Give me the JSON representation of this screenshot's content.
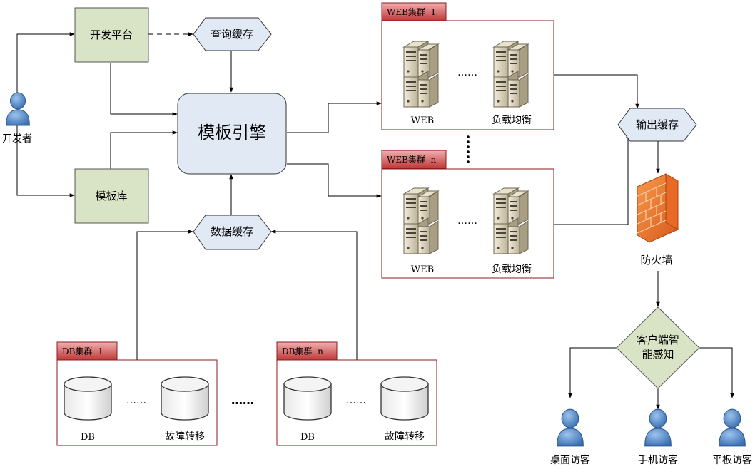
{
  "nodes": {
    "developer": "开发者",
    "dev_platform": "开发平台",
    "template_lib": "模板库",
    "query_cache": "查询缓存",
    "template_engine": "模板引擎",
    "data_cache": "数据缓存",
    "output_cache": "输出缓存",
    "firewall": "防火墙",
    "client_sense": [
      "客户端智",
      "能感知"
    ]
  },
  "web_clusters": [
    {
      "tab": "WEB集群  1",
      "server_a": "WEB",
      "server_b": "负载均衡",
      "dots": "……"
    },
    {
      "tab": "WEB集群  n",
      "server_a": "WEB",
      "server_b": "负载均衡",
      "dots": "……"
    }
  ],
  "db_clusters": [
    {
      "tab": "DB集群  1",
      "db_a": "DB",
      "db_b": "故障转移",
      "dots": "……"
    },
    {
      "tab": "DB集群  n",
      "db_a": "DB",
      "db_b": "故障转移",
      "dots": "……"
    }
  ],
  "between_db_dots": "……",
  "visitors": [
    "桌面访客",
    "手机访客",
    "平板访客"
  ],
  "colors": {
    "green_box": "#d9e4c7",
    "engine_fill": "#e1e9f5",
    "hex_fill": "#e1e9f5",
    "tab_fill": "#c94040",
    "cluster_border": "#8a1c1c",
    "person": "#5b8ec9"
  }
}
